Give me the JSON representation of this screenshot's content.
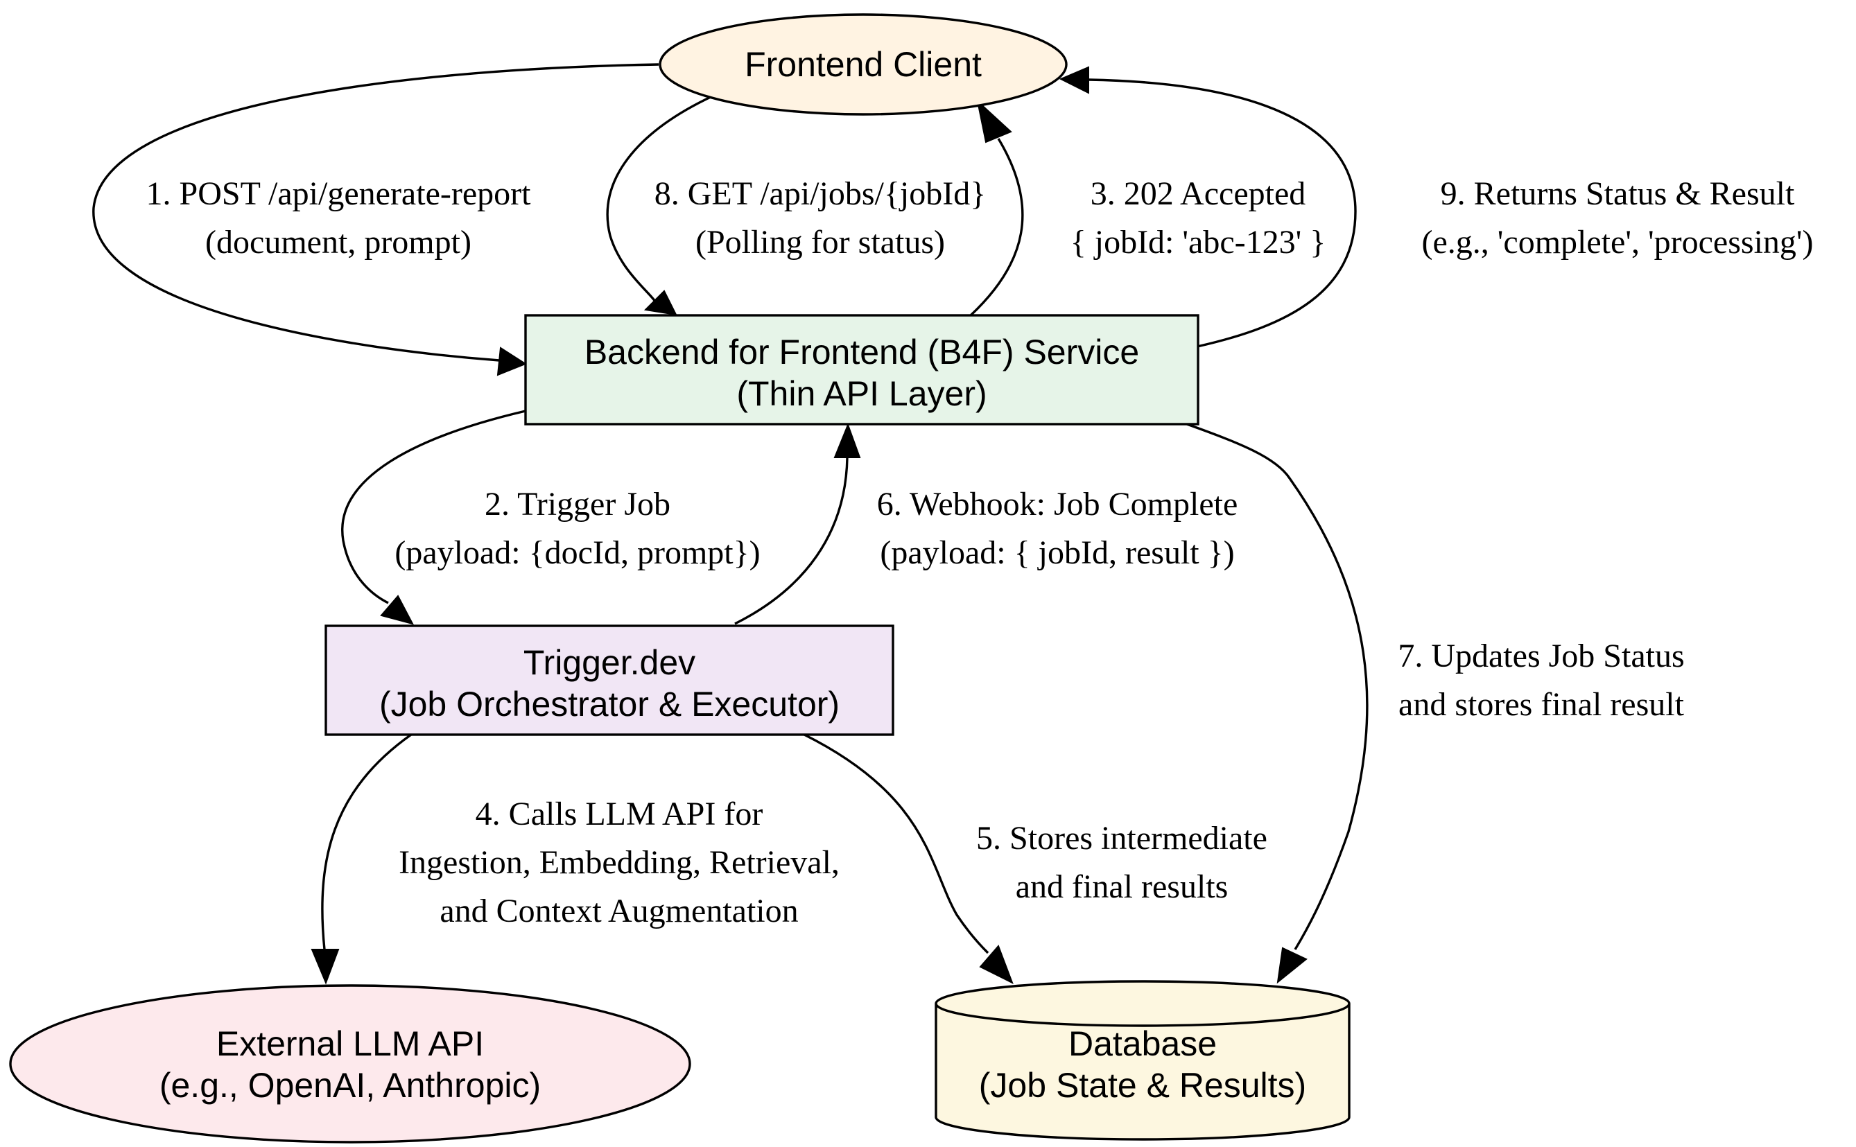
{
  "nodes": {
    "frontend": {
      "line1": "Frontend Client",
      "fill": "#fff3e2"
    },
    "b4f": {
      "line1": "Backend for Frontend (B4F) Service",
      "line2": "(Thin API Layer)",
      "fill": "#e6f4e8"
    },
    "trigger": {
      "line1": "Trigger.dev",
      "line2": "(Job Orchestrator & Executor)",
      "fill": "#f1e6f5"
    },
    "llm": {
      "line1": "External LLM API",
      "line2": "(e.g., OpenAI, Anthropic)",
      "fill": "#fde9ec"
    },
    "database": {
      "line1": "Database",
      "line2": "(Job State & Results)",
      "fill": "#fdf7e0"
    }
  },
  "edges": {
    "e1": {
      "line1": "1. POST /api/generate-report",
      "line2": "(document, prompt)"
    },
    "e8": {
      "line1": "8. GET /api/jobs/{jobId}",
      "line2": "(Polling for status)"
    },
    "e3": {
      "line1": "3. 202 Accepted",
      "line2": "{ jobId: 'abc-123' }"
    },
    "e9": {
      "line1": "9. Returns Status & Result",
      "line2": "(e.g., 'complete', 'processing')"
    },
    "e2": {
      "line1": "2. Trigger Job",
      "line2": "(payload: {docId, prompt})"
    },
    "e6": {
      "line1": "6. Webhook: Job Complete",
      "line2": "(payload: { jobId, result })"
    },
    "e7": {
      "line1": "7. Updates Job Status",
      "line2": "and stores final result"
    },
    "e4": {
      "line1": "4. Calls LLM API for",
      "line2": "Ingestion, Embedding, Retrieval,",
      "line3": "and Context Augmentation"
    },
    "e5": {
      "line1": "5. Stores intermediate",
      "line2": "and final results"
    }
  }
}
